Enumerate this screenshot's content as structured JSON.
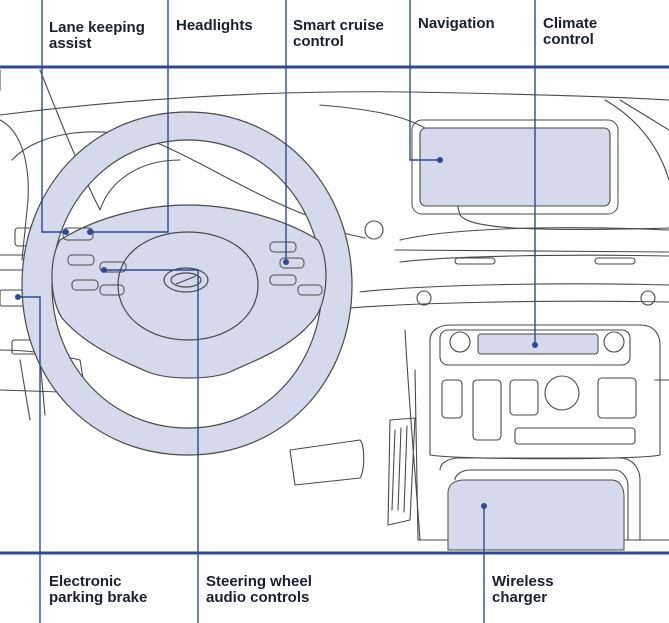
{
  "labels": {
    "lane_keeping_assist": "Lane keeping\nassist",
    "headlights": "Headlights",
    "smart_cruise_control": "Smart cruise\ncontrol",
    "navigation": "Navigation",
    "climate_control": "Climate\ncontrol",
    "electronic_parking_brake": "Electronic\nparking brake",
    "steering_wheel_audio_controls": "Steering wheel\naudio controls",
    "wireless_charger": "Wireless\ncharger"
  },
  "colors": {
    "leader_blue": "#2f4a8e",
    "highlight_fill": "#d4d9ec",
    "outline": "#4a4a4a",
    "text": "#1b1f2e"
  }
}
